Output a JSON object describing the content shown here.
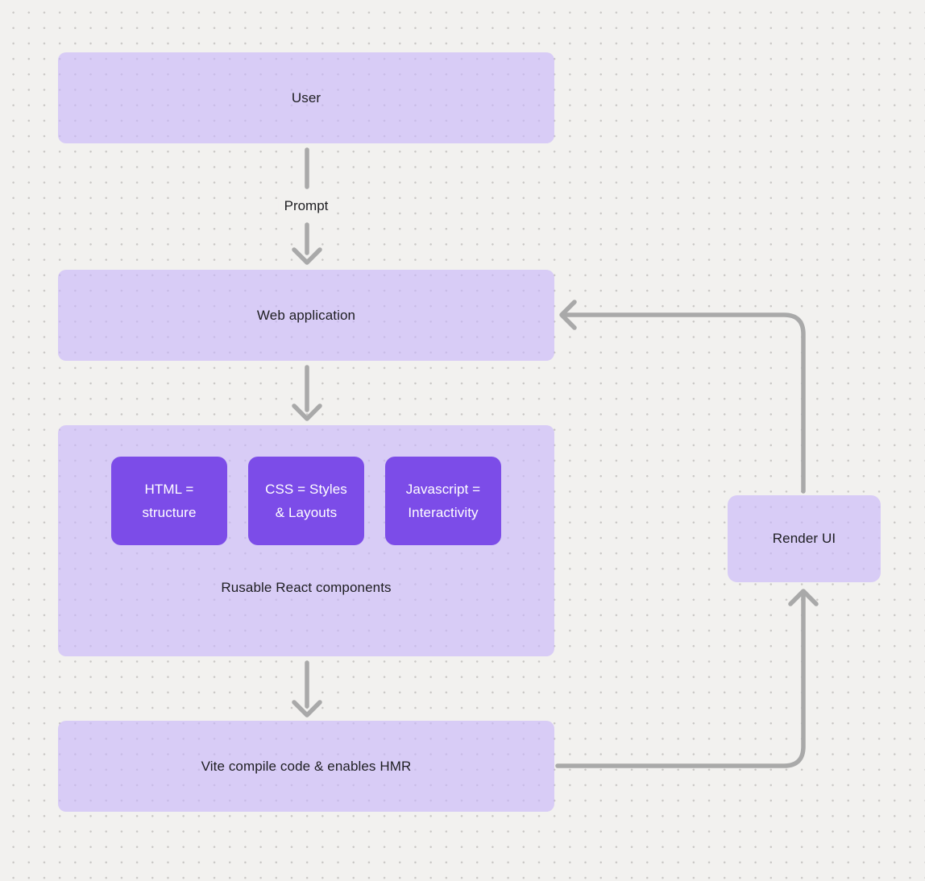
{
  "diagram": {
    "nodes": {
      "user": {
        "label": "User"
      },
      "web_application": {
        "label": "Web application"
      },
      "components_group": {
        "caption": "Rusable React components",
        "children": [
          {
            "line1": "HTML =",
            "line2": "structure"
          },
          {
            "line1": "CSS = Styles",
            "line2": "& Layouts"
          },
          {
            "line1": "Javascript =",
            "line2": "Interactivity"
          }
        ]
      },
      "vite": {
        "label": "Vite compile code & enables HMR"
      },
      "render_ui": {
        "label": "Render UI"
      }
    },
    "edge_labels": {
      "prompt": "Prompt"
    },
    "colors": {
      "background": "#f2f1ef",
      "dot": "#c9c7c5",
      "node_fill": "#d8cbf6",
      "child_fill": "#7c4ce8",
      "connector": "#a9a9a9",
      "text_dark": "#1e1e22",
      "text_light": "#ffffff"
    }
  }
}
